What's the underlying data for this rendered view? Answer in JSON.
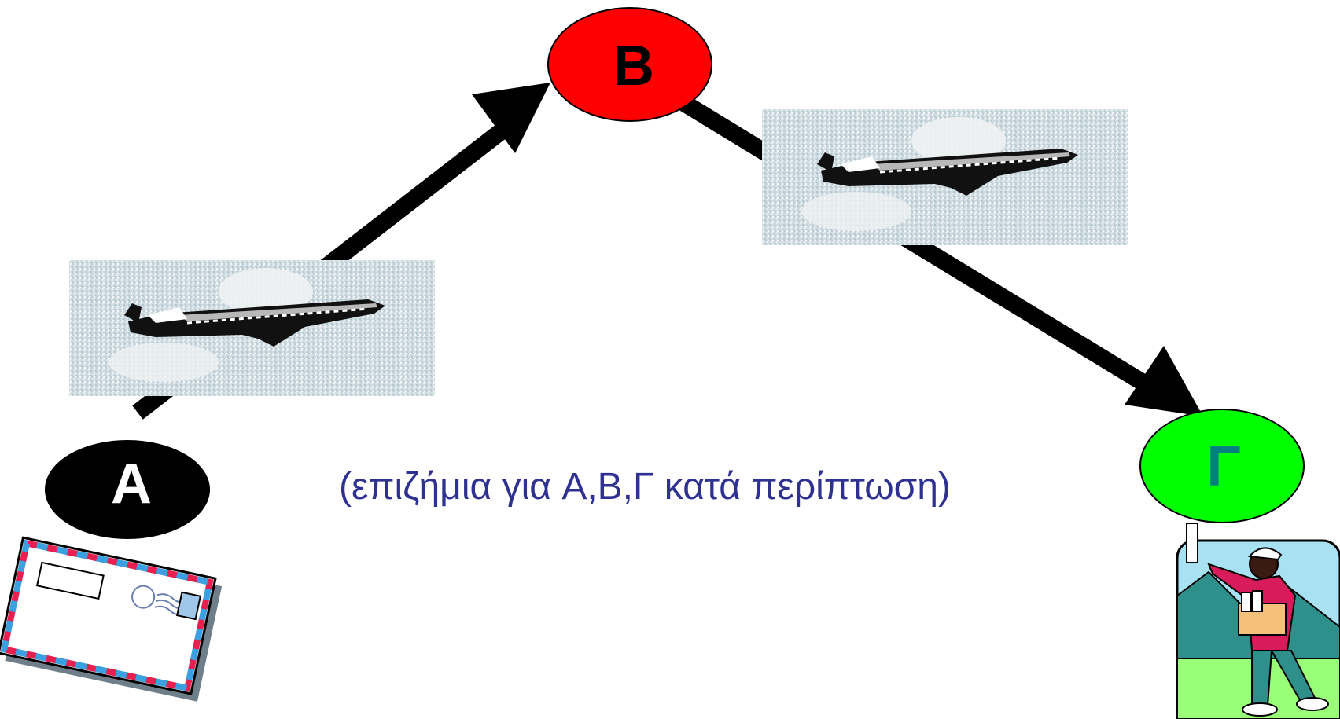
{
  "nodes": {
    "a": {
      "label": "A",
      "fill": "#000000",
      "text_color": "#ffffff"
    },
    "b": {
      "label": "B",
      "fill": "#ff0000",
      "text_color": "#000000"
    },
    "g": {
      "label": "Γ",
      "fill": "#00ff00",
      "text_color": "#008080"
    }
  },
  "caption": "(επιζήμια για A,B,Γ κατά περίπτωση)",
  "colors": {
    "arrow": "#000000",
    "caption": "#2e3192",
    "sky": "#c9d8de",
    "envelope_red": "#e8204f",
    "envelope_blue": "#3aa0e0"
  },
  "icons": {
    "airplane": "airplane-photo",
    "envelope": "airmail-envelope-icon",
    "mail_carrier": "mail-carrier-icon"
  }
}
